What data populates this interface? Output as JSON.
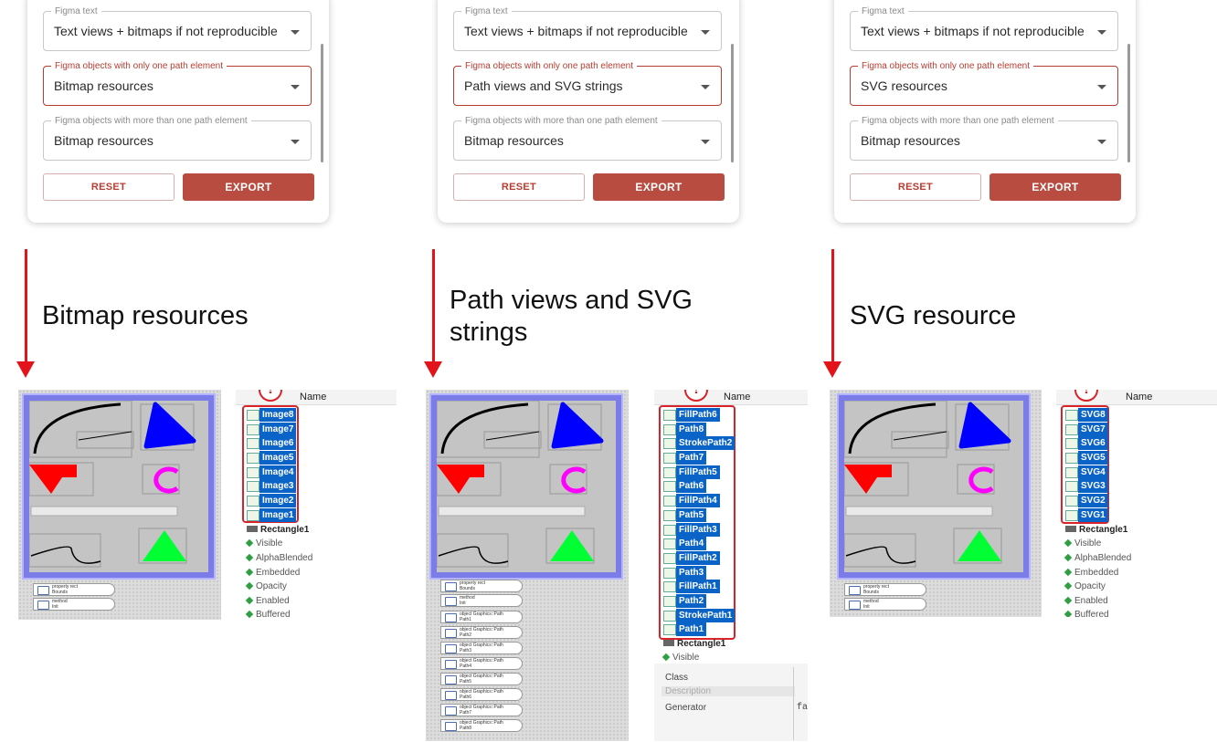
{
  "panels": [
    {
      "figma_text_label": "Figma text",
      "figma_text_value": "Text views + bitmaps if not reproducible",
      "one_path_label": "Figma objects with only one path element",
      "one_path_value": "Bitmap resources",
      "multi_path_label": "Figma objects with more than one path element",
      "multi_path_value": "Bitmap resources",
      "reset": "RESET",
      "export": "EXPORT"
    },
    {
      "figma_text_label": "Figma text",
      "figma_text_value": "Text views + bitmaps if not reproducible",
      "one_path_label": "Figma objects with only one path element",
      "one_path_value": "Path views and SVG strings",
      "multi_path_label": "Figma objects with more than one path element",
      "multi_path_value": "Bitmap resources",
      "reset": "RESET",
      "export": "EXPORT"
    },
    {
      "figma_text_label": "Figma text",
      "figma_text_value": "Text views + bitmaps if not reproducible",
      "one_path_label": "Figma objects with only one path element",
      "one_path_value": "SVG resources",
      "multi_path_label": "Figma objects with more than one path element",
      "multi_path_value": "Bitmap resources",
      "reset": "RESET",
      "export": "EXPORT"
    }
  ],
  "captions": {
    "c1": "Bitmap resources",
    "c2_line1": "Path views and SVG",
    "c2_line2": "strings",
    "c3": "SVG resource"
  },
  "tree_common": {
    "name_header": "Name",
    "warn": "!",
    "rectangle": "Rectangle1",
    "props": [
      "Visible",
      "AlphaBlended",
      "Embedded",
      "Opacity",
      "Enabled",
      "Buffered"
    ]
  },
  "tree1": [
    "Image8",
    "Image7",
    "Image6",
    "Image5",
    "Image4",
    "Image3",
    "Image2",
    "Image1"
  ],
  "tree2": [
    "FillPath6",
    "Path8",
    "StrokePath2",
    "Path7",
    "FillPath5",
    "Path6",
    "FillPath4",
    "Path5",
    "FillPath3",
    "Path4",
    "FillPath2",
    "Path3",
    "FillPath1",
    "Path2",
    "StrokePath1",
    "Path1"
  ],
  "tree3": [
    "SVG8",
    "SVG7",
    "SVG6",
    "SVG5",
    "SVG4",
    "SVG3",
    "SVG2",
    "SVG1"
  ],
  "tree2_extra": {
    "visible": "Visible",
    "class": "Class",
    "description": "Description",
    "generator": "Generator",
    "fa": "fa"
  },
  "designer_components": {
    "bounds_type": "property rect",
    "bounds_name": "Bounds",
    "init_type": "method",
    "init_name": "Init",
    "path_type": "object Graphics::Path",
    "paths": [
      "Path1",
      "Path2",
      "Path3",
      "Path4",
      "Path5",
      "Path6",
      "Path7",
      "Path8"
    ]
  },
  "colors": {
    "accent_red": "#b73d32",
    "arrow_red": "#e2131a",
    "selection_blue": "#0a64c8",
    "shape_blue": "#0000ff",
    "shape_red": "#ff0000",
    "shape_magenta": "#ff00ff",
    "shape_green": "#00ff33"
  }
}
